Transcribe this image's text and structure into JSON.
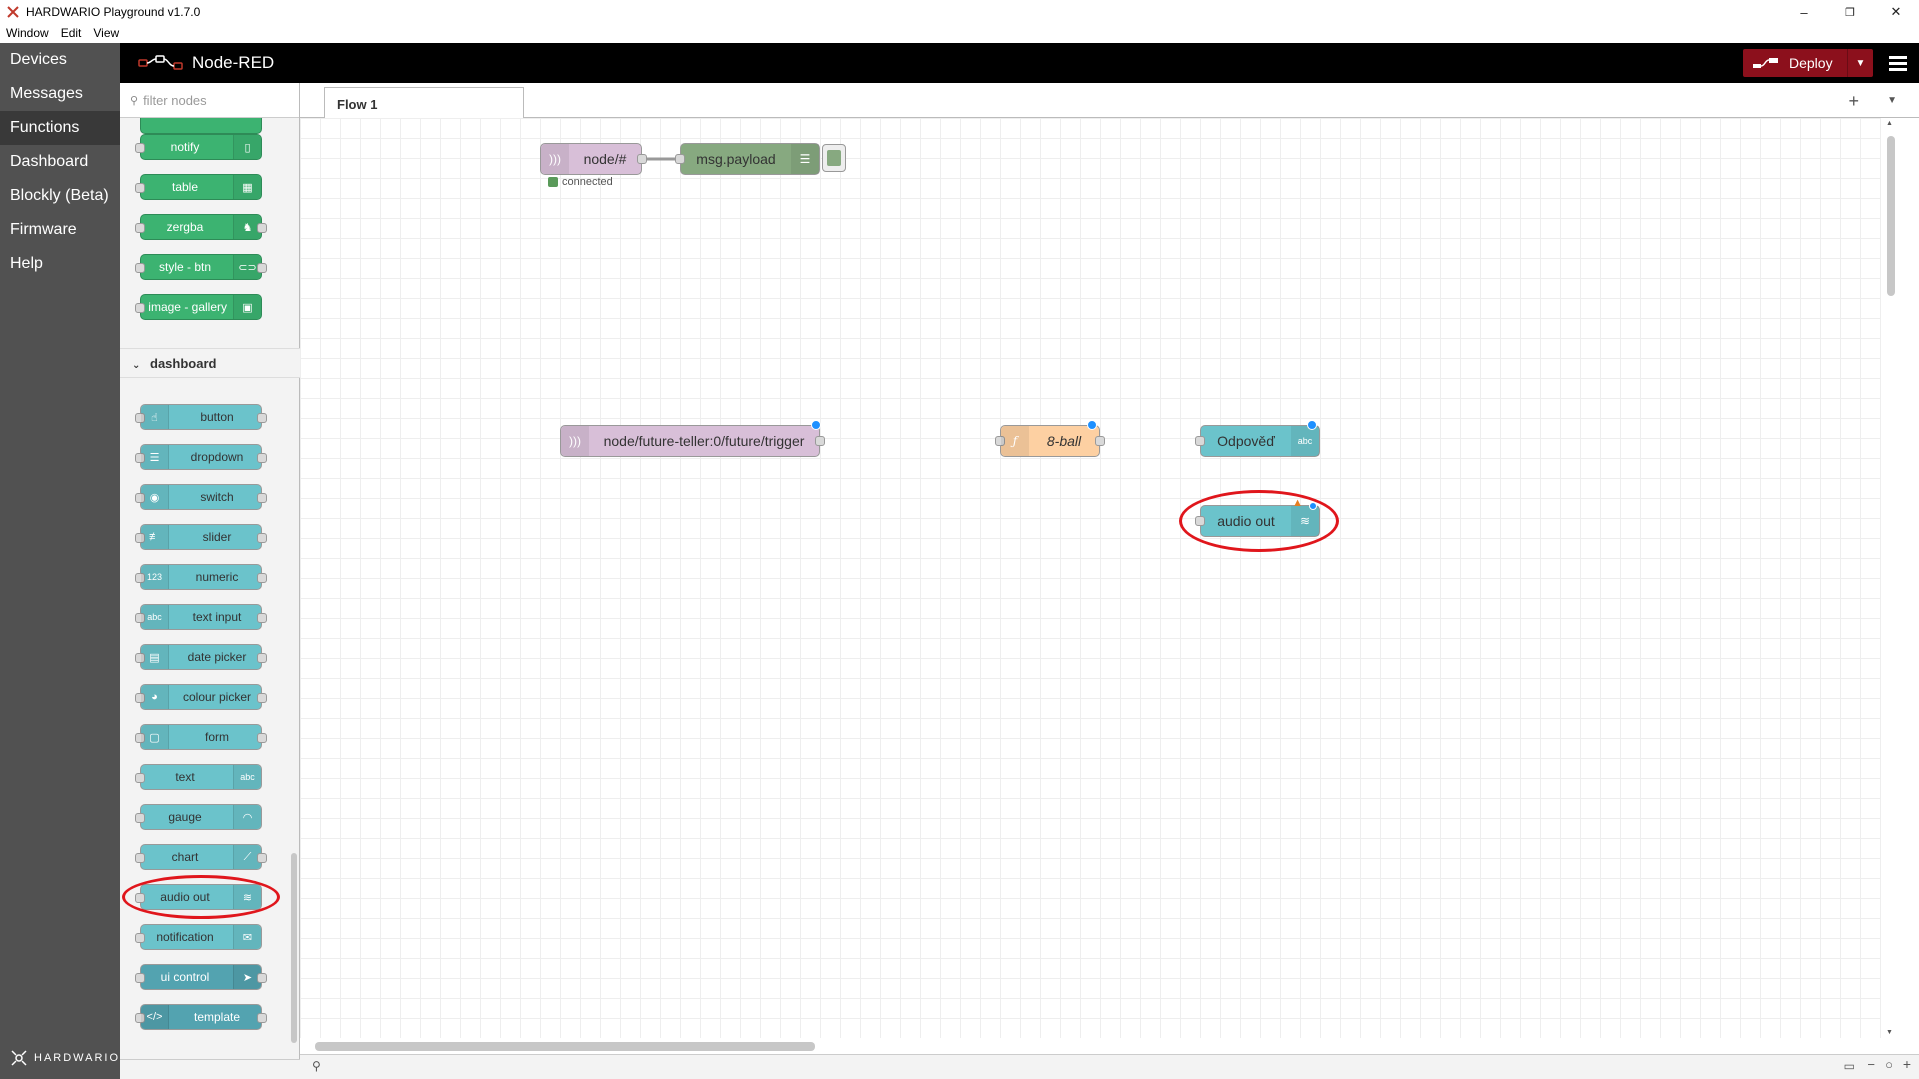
{
  "window": {
    "title": "HARDWARIO Playground v1.7.0",
    "minimize": "–",
    "maximize": "❐",
    "close": "✕"
  },
  "menubar": [
    "Window",
    "Edit",
    "View"
  ],
  "appnav": {
    "items": [
      "Devices",
      "Messages",
      "Functions",
      "Dashboard",
      "Blockly (Beta)",
      "Firmware",
      "Help"
    ],
    "active": "Functions",
    "brand": "HARDWARIO"
  },
  "header": {
    "title": "Node-RED",
    "deploy_label": "Deploy",
    "deploy_color": "#8c101c"
  },
  "palette": {
    "search_placeholder": "filter nodes",
    "top_nodes": [
      "notify",
      "table",
      "zergba",
      "style - btn",
      "image - gallery"
    ],
    "category": "dashboard",
    "dashboard_nodes": [
      "button",
      "dropdown",
      "switch",
      "slider",
      "numeric",
      "text input",
      "date picker",
      "colour picker",
      "form",
      "text",
      "gauge",
      "chart",
      "audio out",
      "notification",
      "ui control",
      "template"
    ]
  },
  "tabs": {
    "active": "Flow 1"
  },
  "flow": {
    "nodes": {
      "mqtt_in_1": "node/#",
      "debug_1": "msg.payload",
      "status_1": "connected",
      "mqtt_in_2": "node/future-teller:0/future/trigger",
      "function_1": "8-ball",
      "text_1": "Odpověď",
      "audio_1": "audio out"
    }
  },
  "colors": {
    "dashboard_node": "#6bc3cb",
    "mqtt_node": "#d8bfd8",
    "function_node": "#fdd0a2",
    "debug_node": "#87a980",
    "highlight": "#e0161c"
  }
}
